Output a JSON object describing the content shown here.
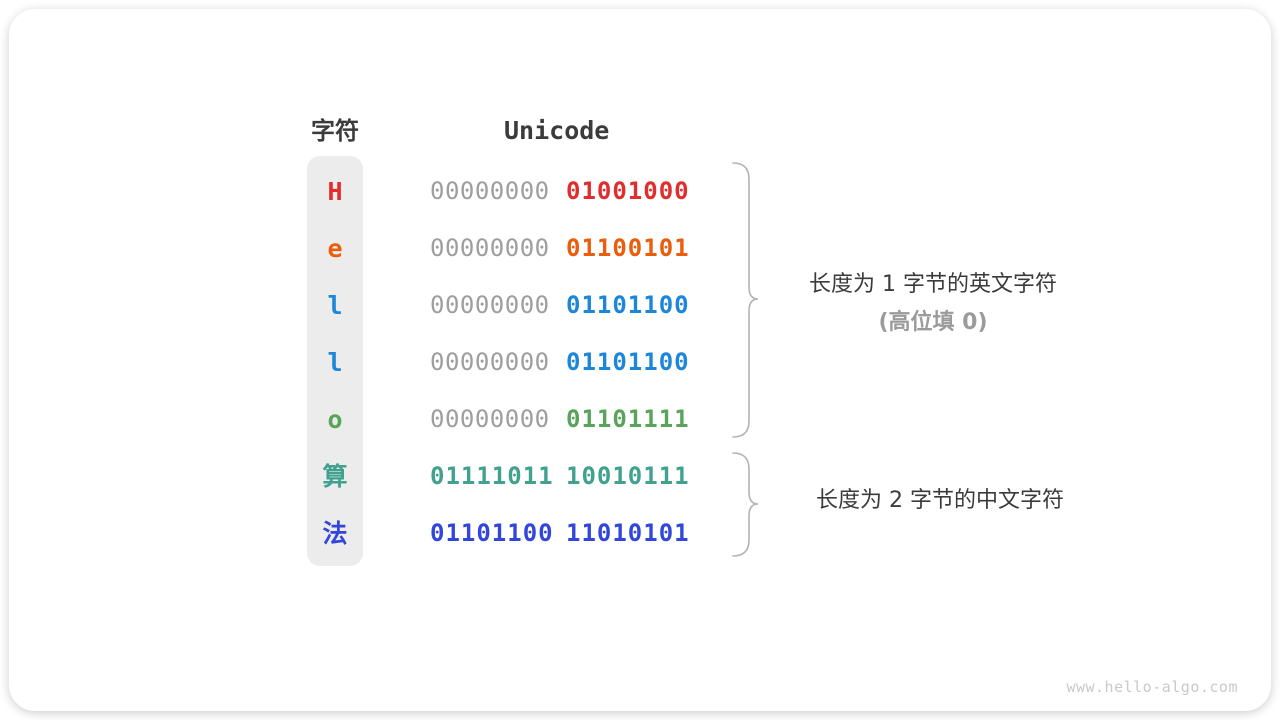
{
  "header": {
    "char_col": "字符",
    "unicode_col": "Unicode"
  },
  "colors": {
    "gray_byte": "#9e9e9e",
    "red": "#e12d2d",
    "orange": "#ea5d0c",
    "blue": "#1c87d9",
    "green": "#57a45a",
    "teal": "#41a18f",
    "indigo": "#3346dc",
    "char_col_bg": "#ececec",
    "brace": "#b3b3b3",
    "label_dark": "#3b3b3b",
    "label_gray": "#9b9b9b"
  },
  "rows": [
    {
      "char": "H",
      "byte1": "00000000",
      "byte2": "01001000",
      "color": "#e12d2d",
      "byte1_color": "#9e9e9e"
    },
    {
      "char": "e",
      "byte1": "00000000",
      "byte2": "01100101",
      "color": "#ea5d0c",
      "byte1_color": "#9e9e9e"
    },
    {
      "char": "l",
      "byte1": "00000000",
      "byte2": "01101100",
      "color": "#1c87d9",
      "byte1_color": "#9e9e9e"
    },
    {
      "char": "l",
      "byte1": "00000000",
      "byte2": "01101100",
      "color": "#1c87d9",
      "byte1_color": "#9e9e9e"
    },
    {
      "char": "o",
      "byte1": "00000000",
      "byte2": "01101111",
      "color": "#57a45a",
      "byte1_color": "#9e9e9e"
    },
    {
      "char": "算",
      "byte1": "01111011",
      "byte2": "10010111",
      "color": "#41a18f",
      "byte1_color": "#41a18f"
    },
    {
      "char": "法",
      "byte1": "01101100",
      "byte2": "11010101",
      "color": "#3346dc",
      "byte1_color": "#3346dc"
    }
  ],
  "annotations": {
    "english_group_line1": "长度为 1 字节的英文字符",
    "english_group_line2": "(高位填 0)",
    "chinese_group": "长度为 2 字节的中文字符"
  },
  "footer": {
    "watermark": "www.hello-algo.com"
  }
}
